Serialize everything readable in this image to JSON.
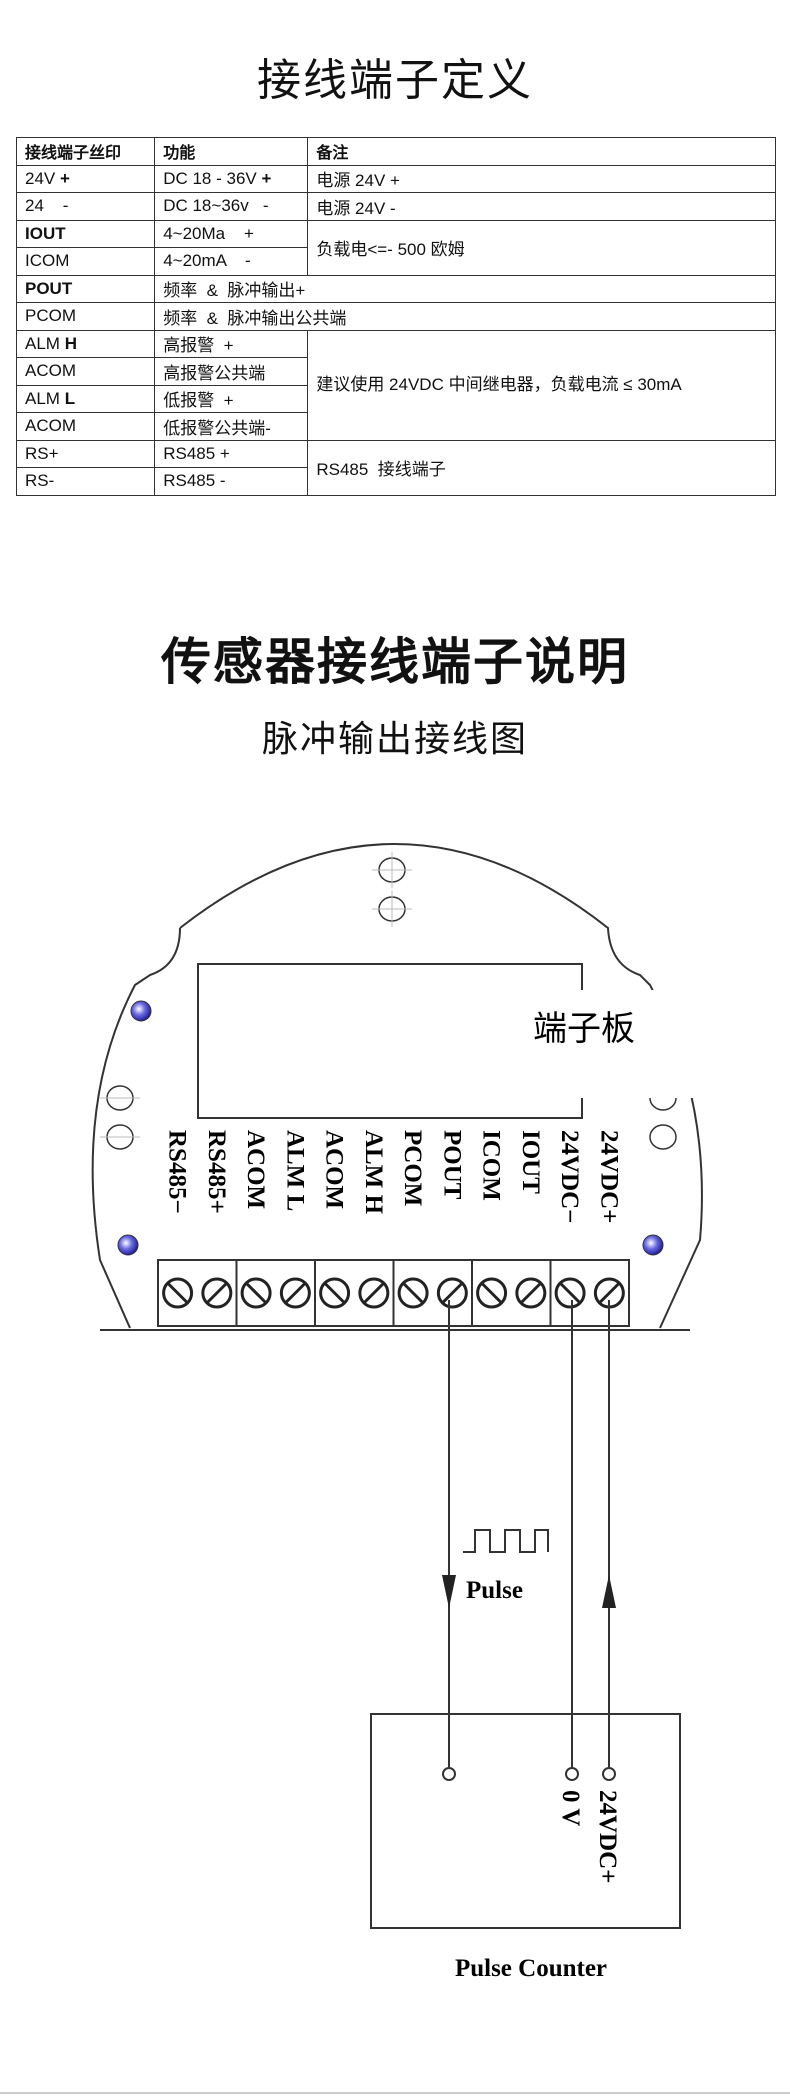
{
  "title": "接线端子定义",
  "table": {
    "headers": [
      "接线端子丝印",
      "功能",
      "备注"
    ],
    "rows": [
      {
        "terminal": "24V",
        "terminal_suffix": "+",
        "function": "DC 18 - 36V",
        "function_suffix": "+",
        "note": "电源  24V +"
      },
      {
        "terminal": "24    -",
        "function": "DC 18~36v   -",
        "note": "电源 24V -"
      },
      {
        "terminal": "IOUT",
        "function": "4~20Ma    +",
        "note": "负载电<=- 500 欧姆"
      },
      {
        "terminal": "ICOM",
        "function": "4~20mA    -"
      },
      {
        "terminal": "POUT",
        "function": "频率  &  脉冲输出+"
      },
      {
        "terminal": "PCOM",
        "function": "频率  &  脉冲输出公共端"
      },
      {
        "terminal": "ALM",
        "terminal_suffix": "H",
        "function": "高报警  +",
        "note": "建议使用 24VDC 中间继电器，负载电流  ≤ 30mA"
      },
      {
        "terminal": "ACOM",
        "function": "高报警公共端"
      },
      {
        "terminal": "ALM",
        "terminal_suffix": "L",
        "function": "低报警  +"
      },
      {
        "terminal": "ACOM",
        "function": "低报警公共端-"
      },
      {
        "terminal": "RS+",
        "function": "RS485 +",
        "note": "RS485  接线端子"
      },
      {
        "terminal": "RS-",
        "function": "RS485 -"
      }
    ]
  },
  "section_title": "传感器接线端子说明",
  "diagram_title": "脉冲输出接线图",
  "diagram": {
    "board_label": "端子板",
    "terminals": [
      "RS485−",
      "RS485+",
      "ACOM",
      "ALM L",
      "ACOM",
      "ALM H",
      "PCOM",
      "POUT",
      "ICOM",
      "IOUT",
      "24VDC−",
      "24VDC+"
    ],
    "pulse_label": "Pulse",
    "counter_terminals": [
      "0 V",
      "24VDC+"
    ],
    "counter_label": "Pulse Counter"
  }
}
